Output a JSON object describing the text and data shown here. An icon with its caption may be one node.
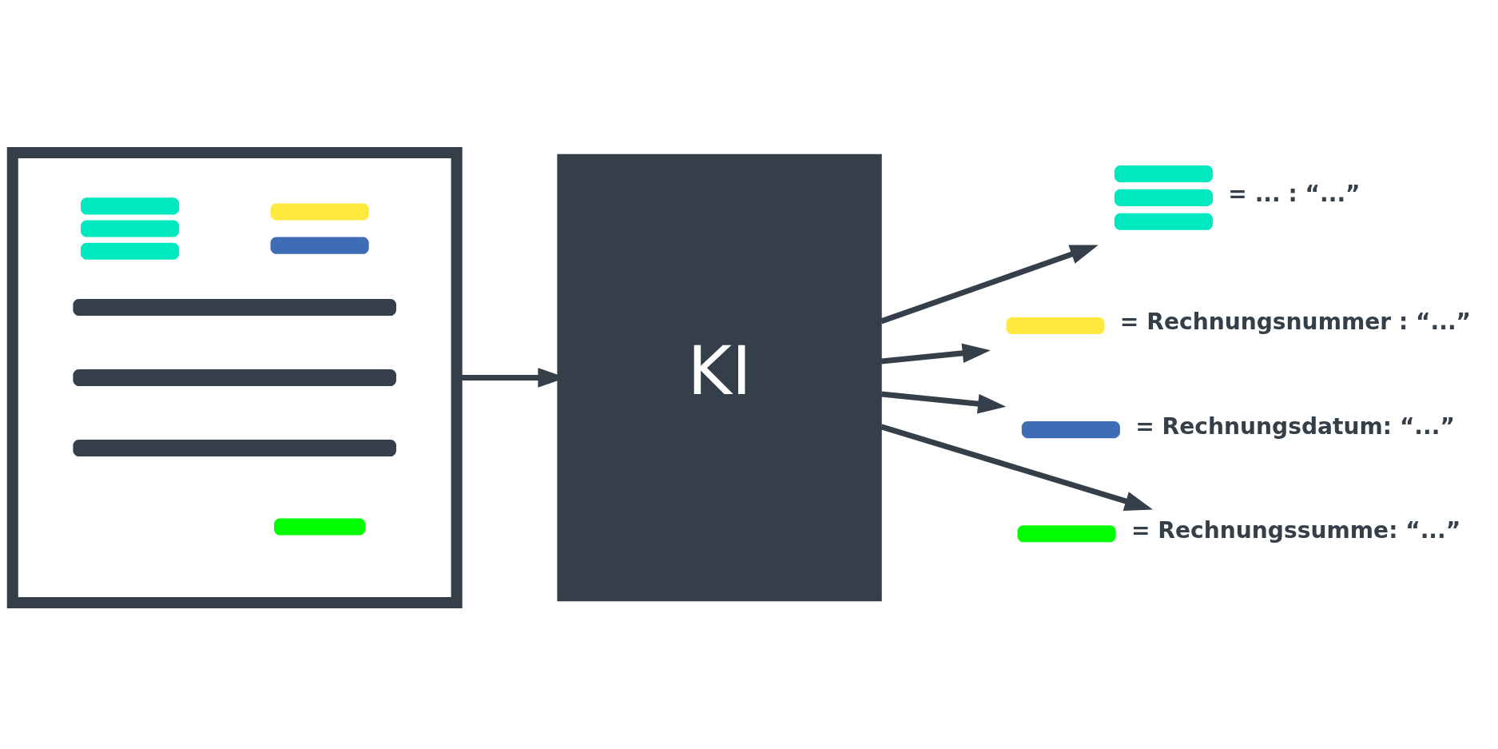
{
  "diagram": {
    "nodes": [
      {
        "text": [],
        "shape": "box"
      },
      {
        "text": [
          "KI"
        ]
      },
      {
        "text": [],
        "shape": "bar",
        "beside": [
          "= ... : “...”"
        ]
      },
      {
        "text": [],
        "shape": "bar",
        "beside": [
          "= Rechnungsnummer : “...”"
        ]
      },
      {
        "text": [],
        "shape": "bar",
        "beside": [
          "= Rechnungsdatum: “...”"
        ]
      },
      {
        "text": [],
        "shape": "bar",
        "beside": [
          "= Rechnungssumme: “...”"
        ]
      }
    ],
    "edges": [
      {
        "from": 0,
        "to": 1,
        "arrow": "to"
      },
      {
        "from": 1,
        "to": 2,
        "arrow": "to"
      },
      {
        "from": 1,
        "to": 3,
        "arrow": "to"
      },
      {
        "from": 1,
        "to": 4,
        "arrow": "to"
      },
      {
        "from": 1,
        "to": 5,
        "arrow": "to"
      }
    ]
  }
}
